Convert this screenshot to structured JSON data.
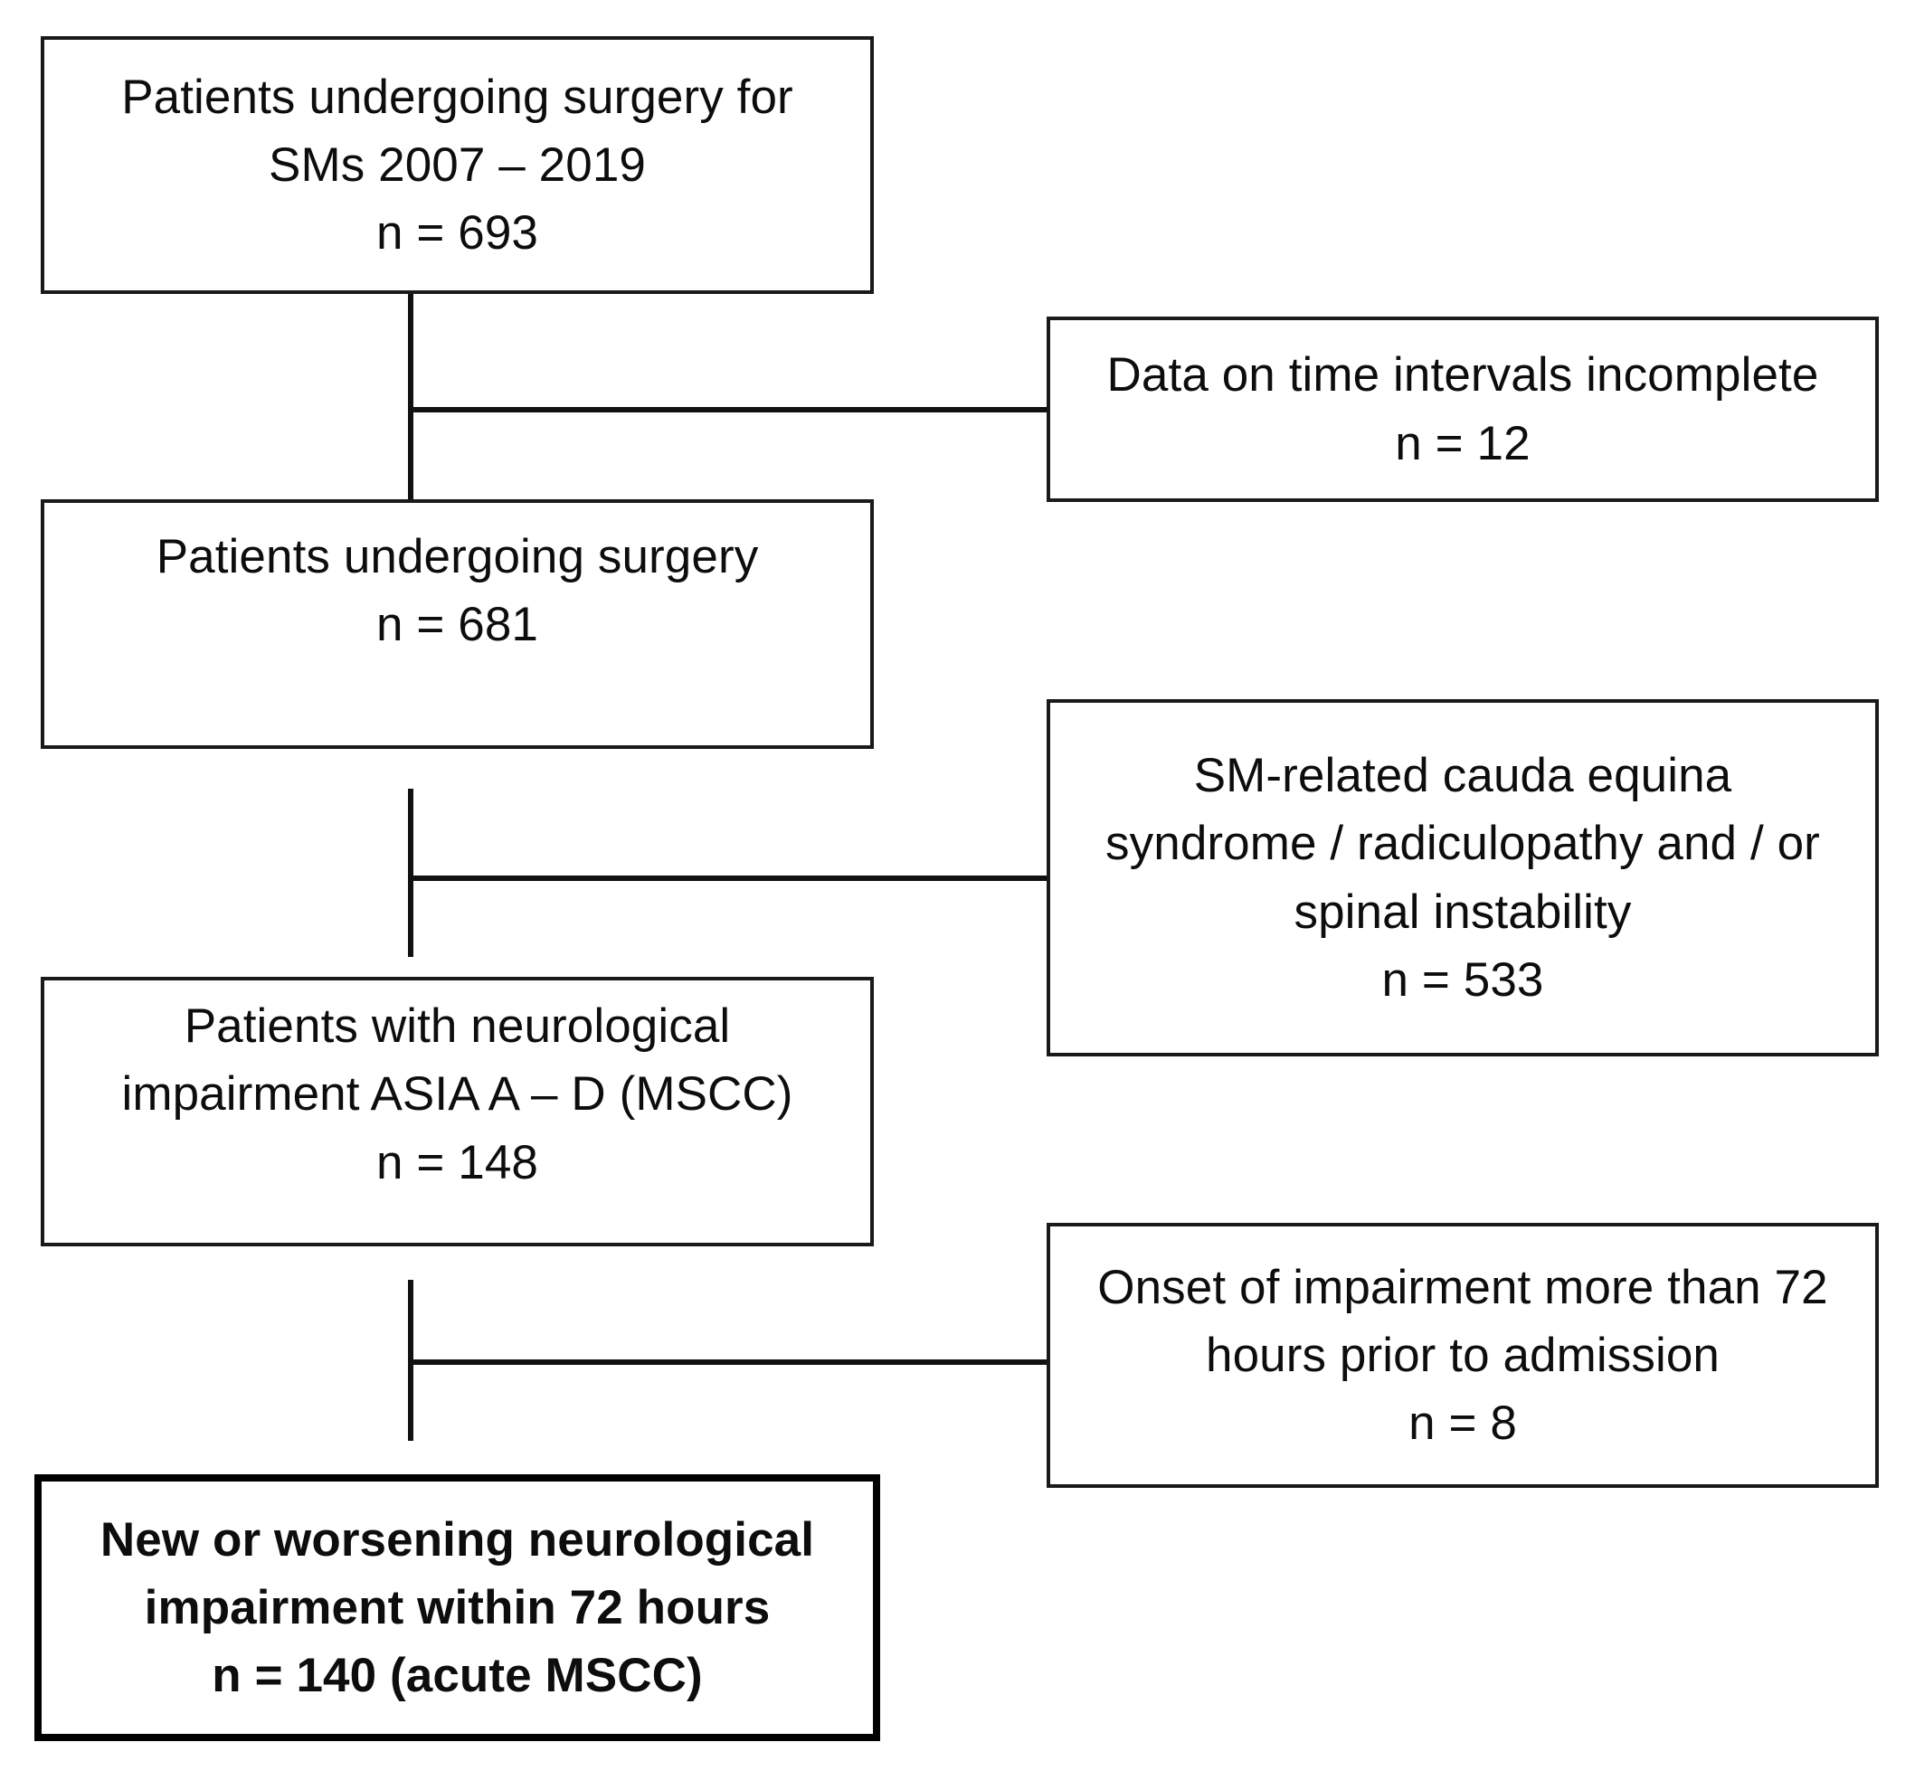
{
  "figure": {
    "type": "flowchart",
    "orientation": "vertical-with-right-exclusions",
    "background": "#ffffff",
    "line_color": "#111111",
    "box_border_color": "#1a1a1a",
    "emphasis_border_color": "#000000"
  },
  "flow": {
    "main_nodes": [
      {
        "id": "node-enrolled",
        "lines": [
          "Patients undergoing surgery for",
          "SMs 2007 – 2019",
          "n = 693"
        ],
        "count_label": "n = 693",
        "count": 693,
        "emphasis": false
      },
      {
        "id": "node-surgery",
        "lines": [
          "Patients undergoing surgery",
          "n = 681"
        ],
        "count_label": "n = 681",
        "count": 681,
        "emphasis": false
      },
      {
        "id": "node-impairment",
        "lines": [
          "Patients with neurological",
          "impairment ASIA A – D (MSCC)",
          "n = 148"
        ],
        "count_label": "n = 148",
        "count": 148,
        "emphasis": false
      },
      {
        "id": "node-final",
        "lines": [
          "New or worsening neurological",
          "impairment within 72 hours",
          "n = 140 (acute MSCC)"
        ],
        "count_label": "n = 140 (acute MSCC)",
        "count": 140,
        "emphasis": true
      }
    ],
    "exclusion_nodes": [
      {
        "id": "excl-incomplete-data",
        "lines": [
          "Data on time intervals incomplete",
          "n = 12"
        ],
        "count_label": "n = 12",
        "count": 12
      },
      {
        "id": "excl-cauda-equina",
        "lines": [
          "SM-related cauda equina",
          "syndrome / radiculopathy and / or",
          "spinal instability",
          "n = 533"
        ],
        "count_label": "n = 533",
        "count": 533
      },
      {
        "id": "excl-late-onset",
        "lines": [
          "Onset of impairment more than 72",
          "hours prior to admission",
          "n = 8"
        ],
        "count_label": "n = 8",
        "count": 8
      }
    ]
  }
}
